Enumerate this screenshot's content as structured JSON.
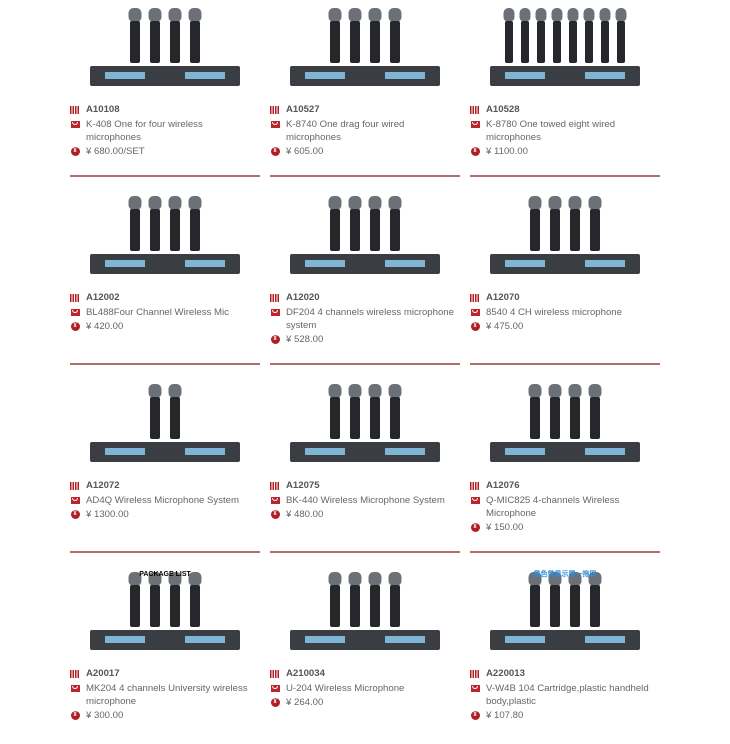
{
  "accent": "#b01d22",
  "products": [
    {
      "code": "A10108",
      "name": "K-408 One for four wireless microphones",
      "price": "¥ 680.00/SET",
      "mics": 4
    },
    {
      "code": "A10527",
      "name": "K-8740 One drag four wired microphones",
      "price": "¥ 605.00",
      "mics": 4
    },
    {
      "code": "A10528",
      "name": "K-8780 One towed eight wired microphones",
      "price": "¥ 1100.00",
      "mics": 8
    },
    {
      "code": "A12002",
      "name": "BL488Four Channel Wireless Mic",
      "price": "¥ 420.00",
      "mics": 4
    },
    {
      "code": "A12020",
      "name": "DF204 4 channels wireless microphone system",
      "price": "¥ 528.00",
      "mics": 4
    },
    {
      "code": "A12070",
      "name": "8540 4 CH wireless microphone",
      "price": "¥ 475.00",
      "mics": 4
    },
    {
      "code": "A12072",
      "name": "AD4Q Wireless Microphone System",
      "price": "¥ 1300.00",
      "mics": 2
    },
    {
      "code": "A12075",
      "name": "BK-440 Wireless Microphone System",
      "price": "¥ 480.00",
      "mics": 4
    },
    {
      "code": "A12076",
      "name": "Q-MIC825 4-channels Wireless Microphone",
      "price": "¥ 150.00",
      "mics": 4
    },
    {
      "code": "A20017",
      "name": "MK204 4 channels University wireless microphone",
      "price": "¥ 300.00",
      "mics": 4,
      "image_text": "PACKAGE LIST"
    },
    {
      "code": "A210034",
      "name": "U-204 Wireless Microphone",
      "price": "¥ 264.00",
      "mics": 4
    },
    {
      "code": "A220013",
      "name": "V-W4B 104 Cartridge,plastic handheld body,plastic",
      "price": "¥ 107.80",
      "mics": 4,
      "image_text": "黑色带显示屏一拖四"
    }
  ]
}
